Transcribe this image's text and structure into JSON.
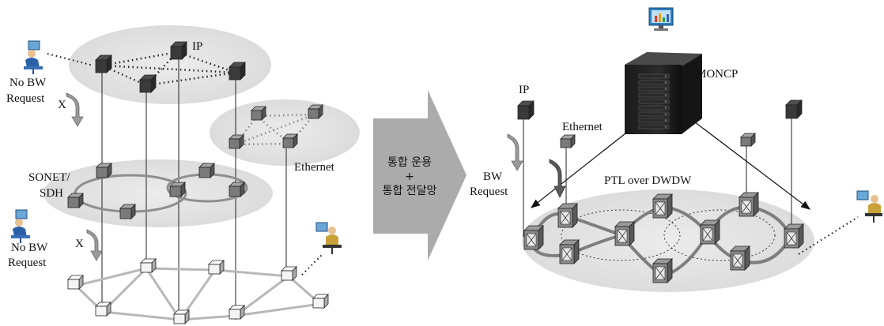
{
  "left": {
    "layer_ip_label": "IP",
    "layer_ethernet_label": "Ethernet",
    "layer_sonet_label_line1": "SONET/",
    "layer_sonet_label_line2": "SDH",
    "user_top": {
      "line1": "No BW",
      "line2": "Request",
      "x_label": "X"
    },
    "user_mid": {
      "line1": "No BW",
      "line2": "Request",
      "x_label": "X"
    },
    "user_icon": "user-at-computer-icon"
  },
  "center_arrow": {
    "line1": "통합 운용",
    "line2": "+",
    "line3": "통합 전달망"
  },
  "right": {
    "monitor_icon": "monitor-icon",
    "server_label": "MONCP",
    "ip_label": "IP",
    "ethernet_label": "Ethernet",
    "bw_request_line1": "BW",
    "bw_request_line2": "Request",
    "transport_label": "PTL over DWDW",
    "user_icon": "user-at-computer-icon"
  },
  "colors": {
    "ellipse": "#e3e3e3",
    "dark_node": "#3a3a3a",
    "mid_node": "#7a7a7a",
    "light_node": "#f4f4f4",
    "ring": "#9a9a9a",
    "arrow_fill": "#a8a8a8"
  }
}
